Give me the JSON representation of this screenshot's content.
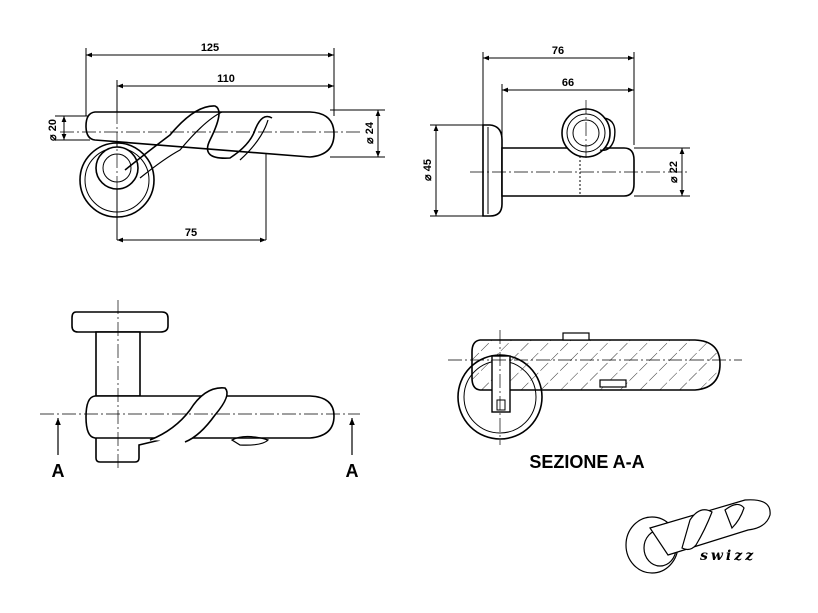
{
  "dimensions": {
    "top_view": {
      "overall_length": "125",
      "lever_length": "110",
      "rose_offset": "75",
      "grip_diameter_left": "⌀ 20",
      "grip_diameter_right": "⌀ 24"
    },
    "side_view": {
      "projection_total": "76",
      "projection_lever": "66",
      "rose_diameter": "⌀ 45",
      "lever_diameter": "⌀ 22"
    }
  },
  "section_markers": {
    "left": "A",
    "right": "A"
  },
  "section_title": "SEZIONE A-A",
  "brand_name": "swizz"
}
